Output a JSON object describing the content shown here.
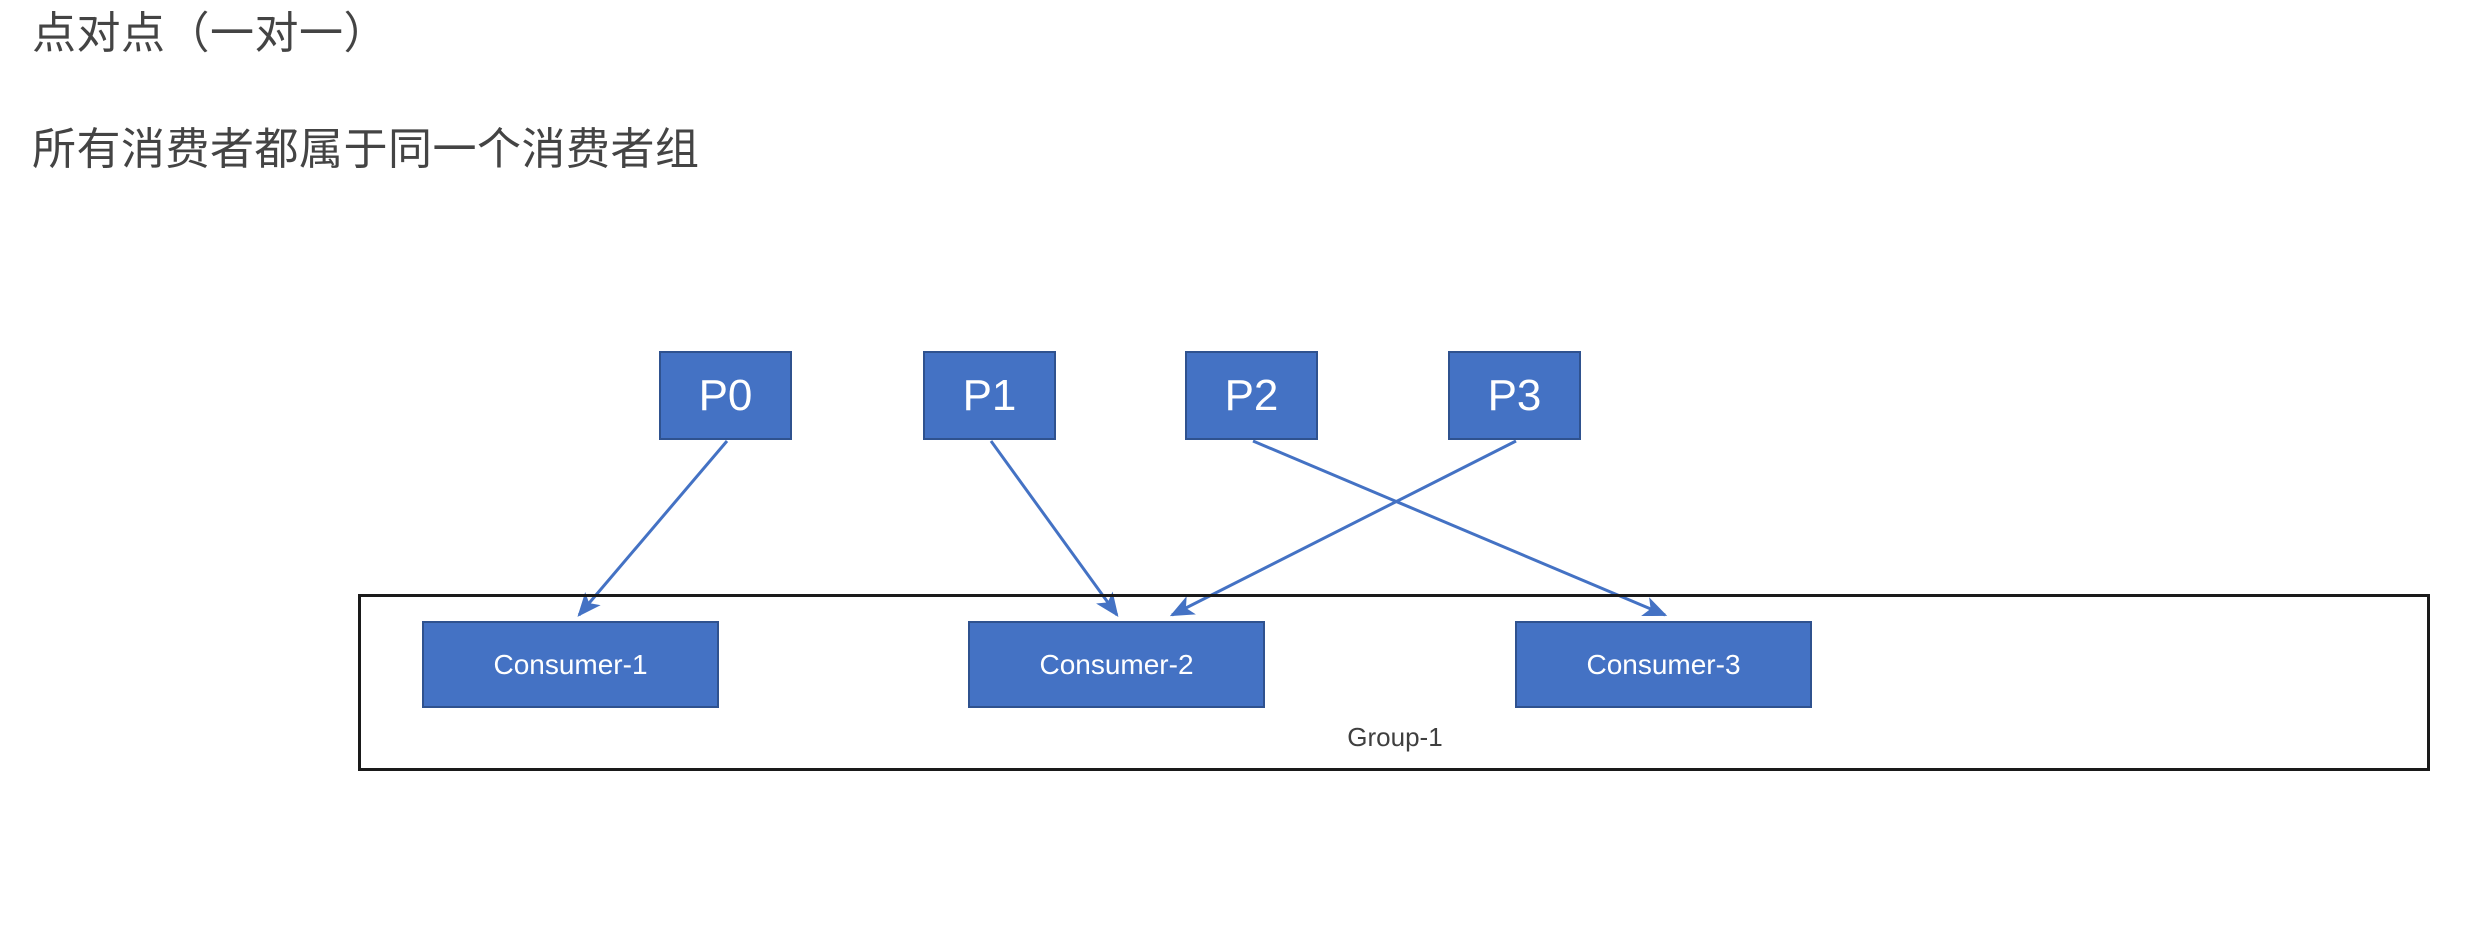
{
  "headings": {
    "title": "点对点（一对一）",
    "subtitle": "所有消费者都属于同一个消费者组"
  },
  "diagram": {
    "type": "flow",
    "group": {
      "label": "Group-1"
    },
    "partitions": [
      {
        "id": "p0",
        "label": "P0"
      },
      {
        "id": "p1",
        "label": "P1"
      },
      {
        "id": "p2",
        "label": "P2"
      },
      {
        "id": "p3",
        "label": "P3"
      }
    ],
    "consumers": [
      {
        "id": "consumer-1",
        "label": "Consumer-1"
      },
      {
        "id": "consumer-2",
        "label": "Consumer-2"
      },
      {
        "id": "consumer-3",
        "label": "Consumer-3"
      }
    ],
    "connections": [
      {
        "from": "P0",
        "to": "Consumer-1"
      },
      {
        "from": "P1",
        "to": "Consumer-2"
      },
      {
        "from": "P2",
        "to": "Consumer-3"
      },
      {
        "from": "P3",
        "to": "Consumer-2"
      }
    ],
    "colors": {
      "node_fill": "#4472C4",
      "node_border": "#2F528F",
      "node_text": "#FFFFFF",
      "connector": "#4472C4",
      "group_border": "#1A1A1A",
      "heading_text": "#444444",
      "group_label_text": "#3F3F3F",
      "background": "#FFFFFF"
    }
  }
}
